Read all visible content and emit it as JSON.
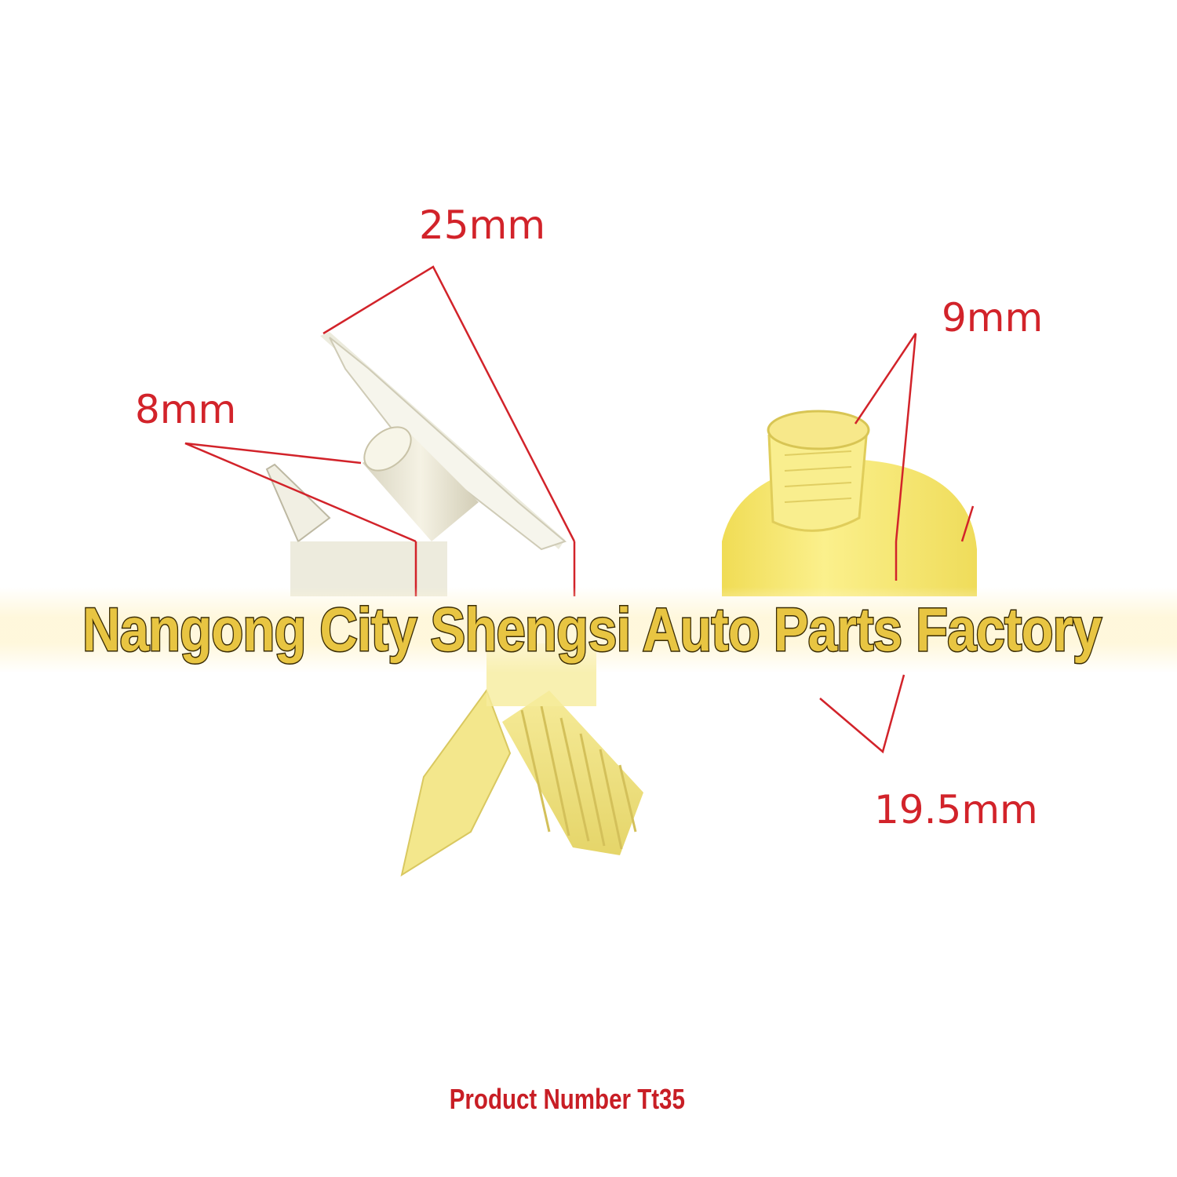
{
  "product_image": {
    "dimensions": {
      "length_top": "25mm",
      "shank": "8mm",
      "inner_tube": "9mm",
      "base_diameter": "19.5mm"
    },
    "watermark": "Nangong City Shengsi Auto Parts Factory",
    "product_number": "Product Number Tt35",
    "colors": {
      "dimension_red": "#d2232a",
      "part_yellow": "#f5e98a",
      "part_white": "#f1efe3",
      "watermark_gold": "#e8c542"
    }
  }
}
